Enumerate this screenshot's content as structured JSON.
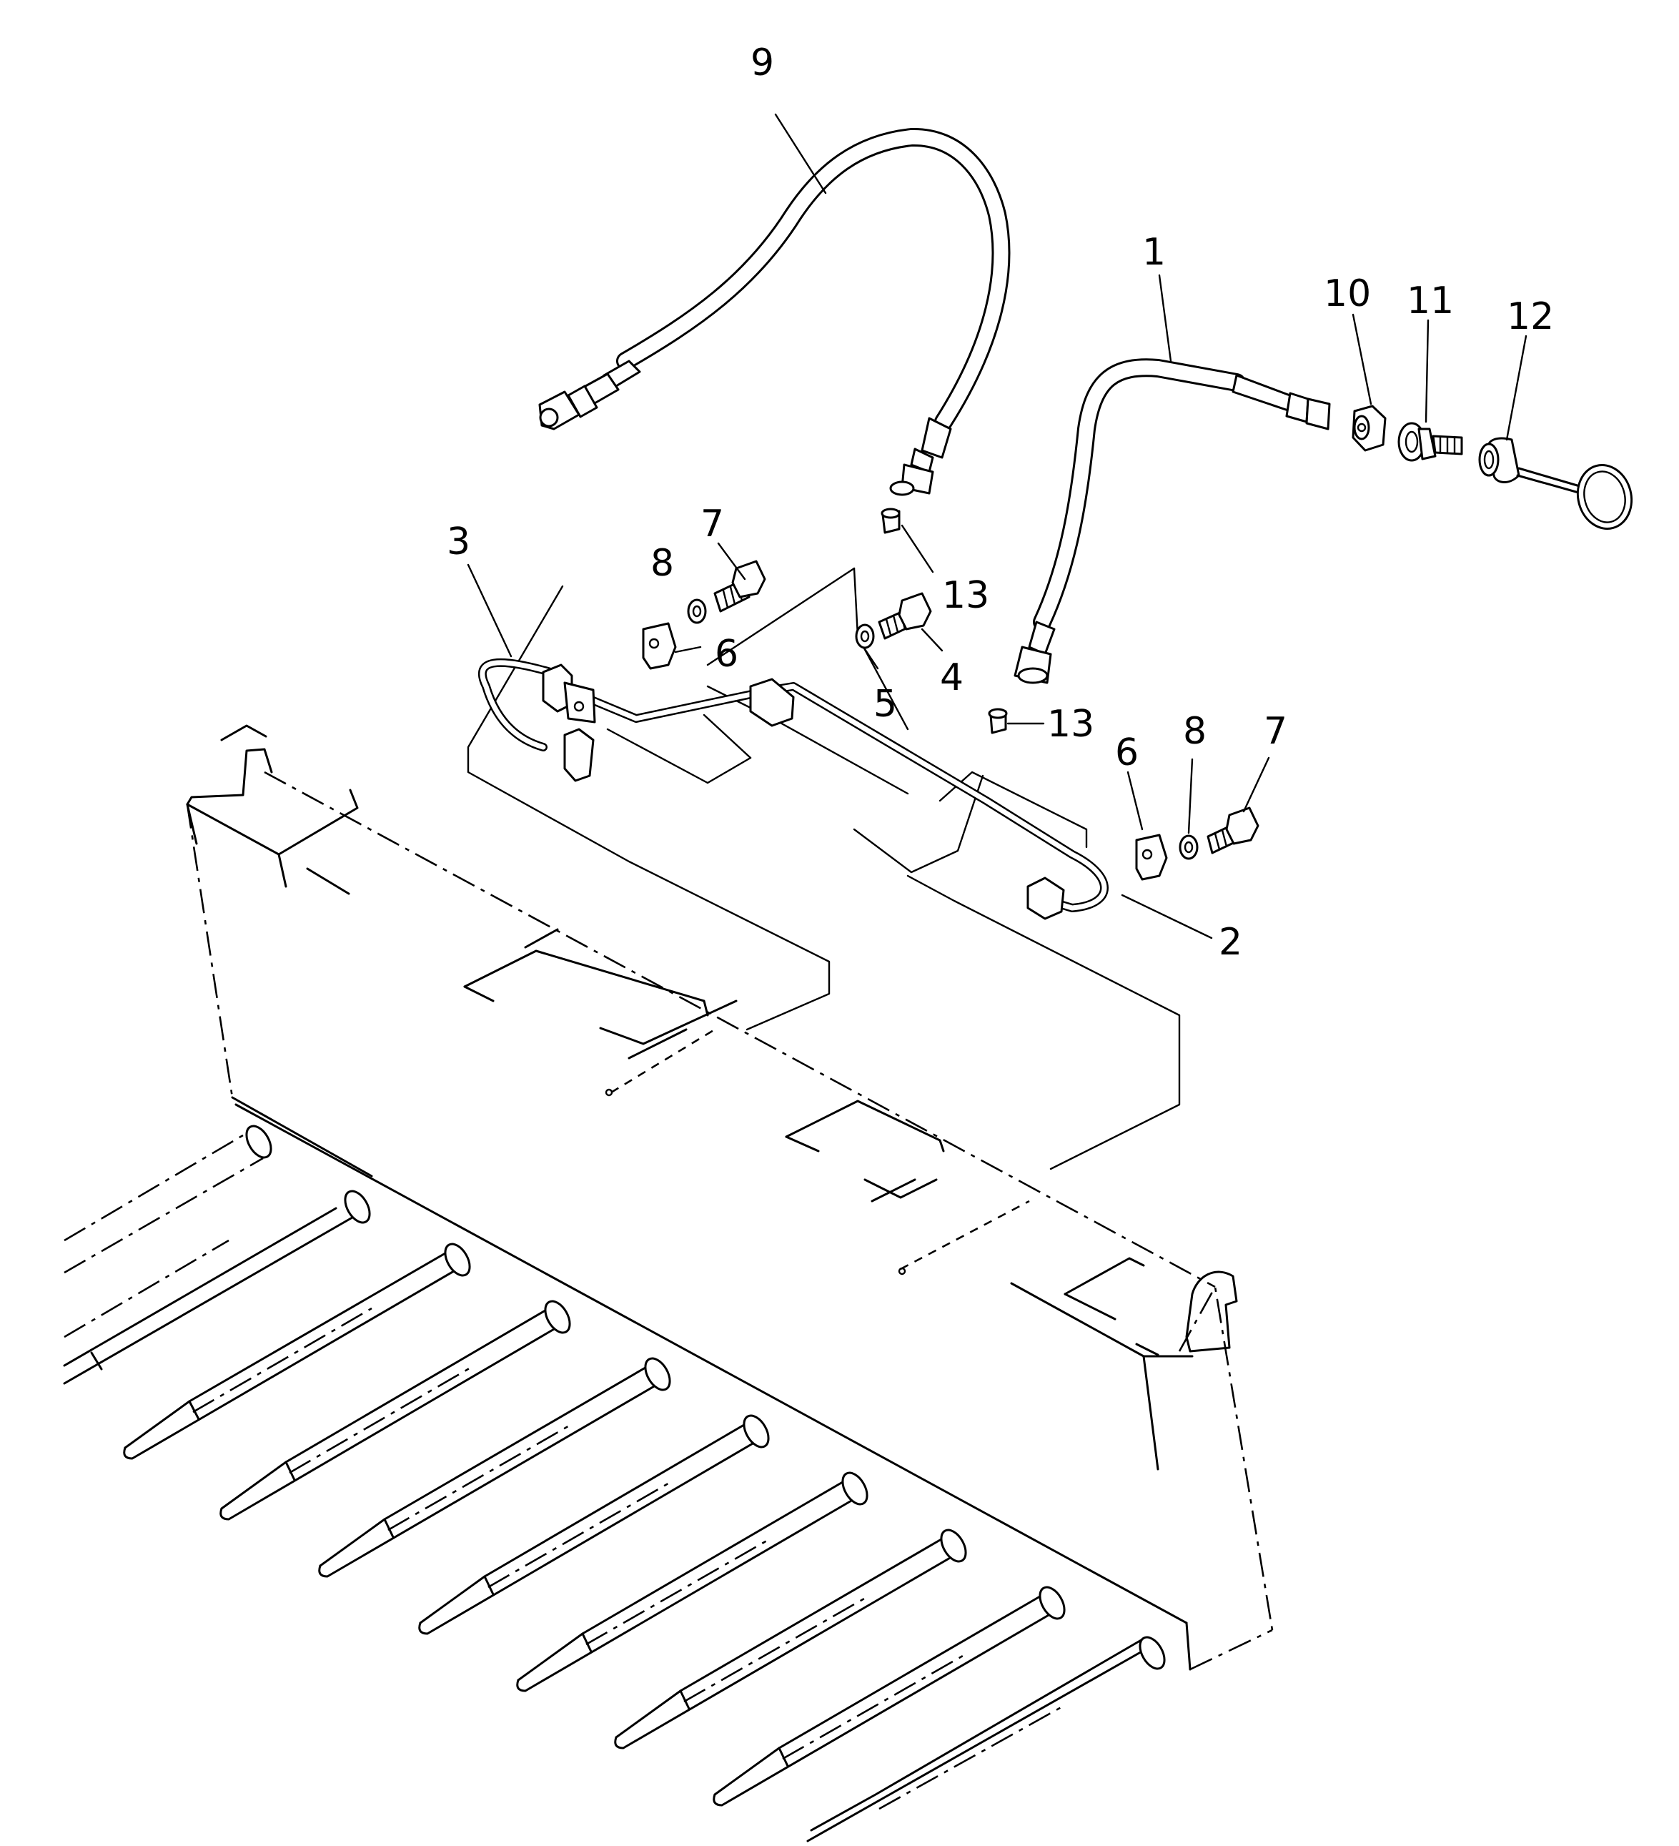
{
  "callouts": {
    "c1": "1",
    "c2": "2",
    "c3": "3",
    "c4": "4",
    "c5": "5",
    "c6a": "6",
    "c6b": "6",
    "c7a": "7",
    "c7b": "7",
    "c8a": "8",
    "c8b": "8",
    "c9": "9",
    "c10": "10",
    "c11": "11",
    "c12": "12",
    "c13a": "13",
    "c13b": "13"
  },
  "colors": {
    "line": "#000000",
    "background": "#ffffff"
  }
}
